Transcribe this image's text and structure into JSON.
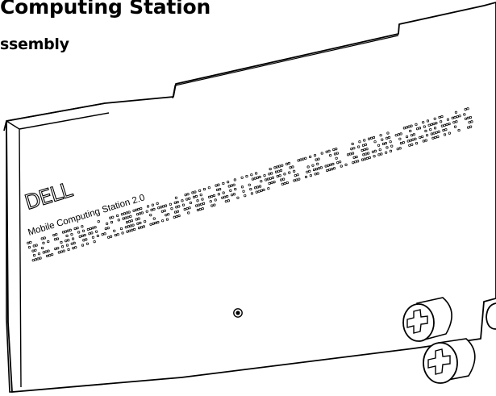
{
  "header": {
    "title": "Computing Station",
    "subtitle": "ssembly"
  },
  "panel": {
    "brand_logo": "DELL",
    "product_label": "Mobile Computing Station 2.0"
  },
  "icons": {
    "screw": "thumbscrew-icon",
    "hole": "screw-hole-icon"
  },
  "colors": {
    "line": "#000000",
    "fill": "#ffffff"
  }
}
